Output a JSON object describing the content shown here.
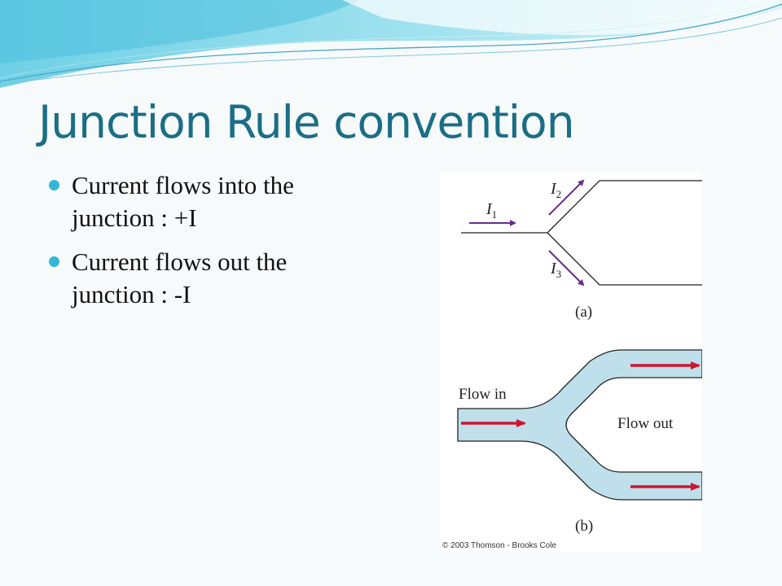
{
  "slide": {
    "title": "Junction Rule convention",
    "bullets": [
      "Current  flows into the junction  : +I",
      "Current  flows out the junction  : -I"
    ]
  },
  "figure": {
    "panel_a": {
      "currents": [
        {
          "symbol": "I",
          "subscript": "1"
        },
        {
          "symbol": "I",
          "subscript": "2"
        },
        {
          "symbol": "I",
          "subscript": "3"
        }
      ],
      "caption": "(a)"
    },
    "panel_b": {
      "flow_in_label": "Flow in",
      "flow_out_label": "Flow out",
      "caption": "(b)"
    },
    "credit": "© 2003 Thomson - Brooks Cole"
  },
  "colors": {
    "title": "#1b6e86",
    "bullet": "#35b6d7",
    "current_arrow": "#6a2c8c",
    "flow_arrow": "#d0152e",
    "pipe_fill": "#bfe0ea"
  }
}
